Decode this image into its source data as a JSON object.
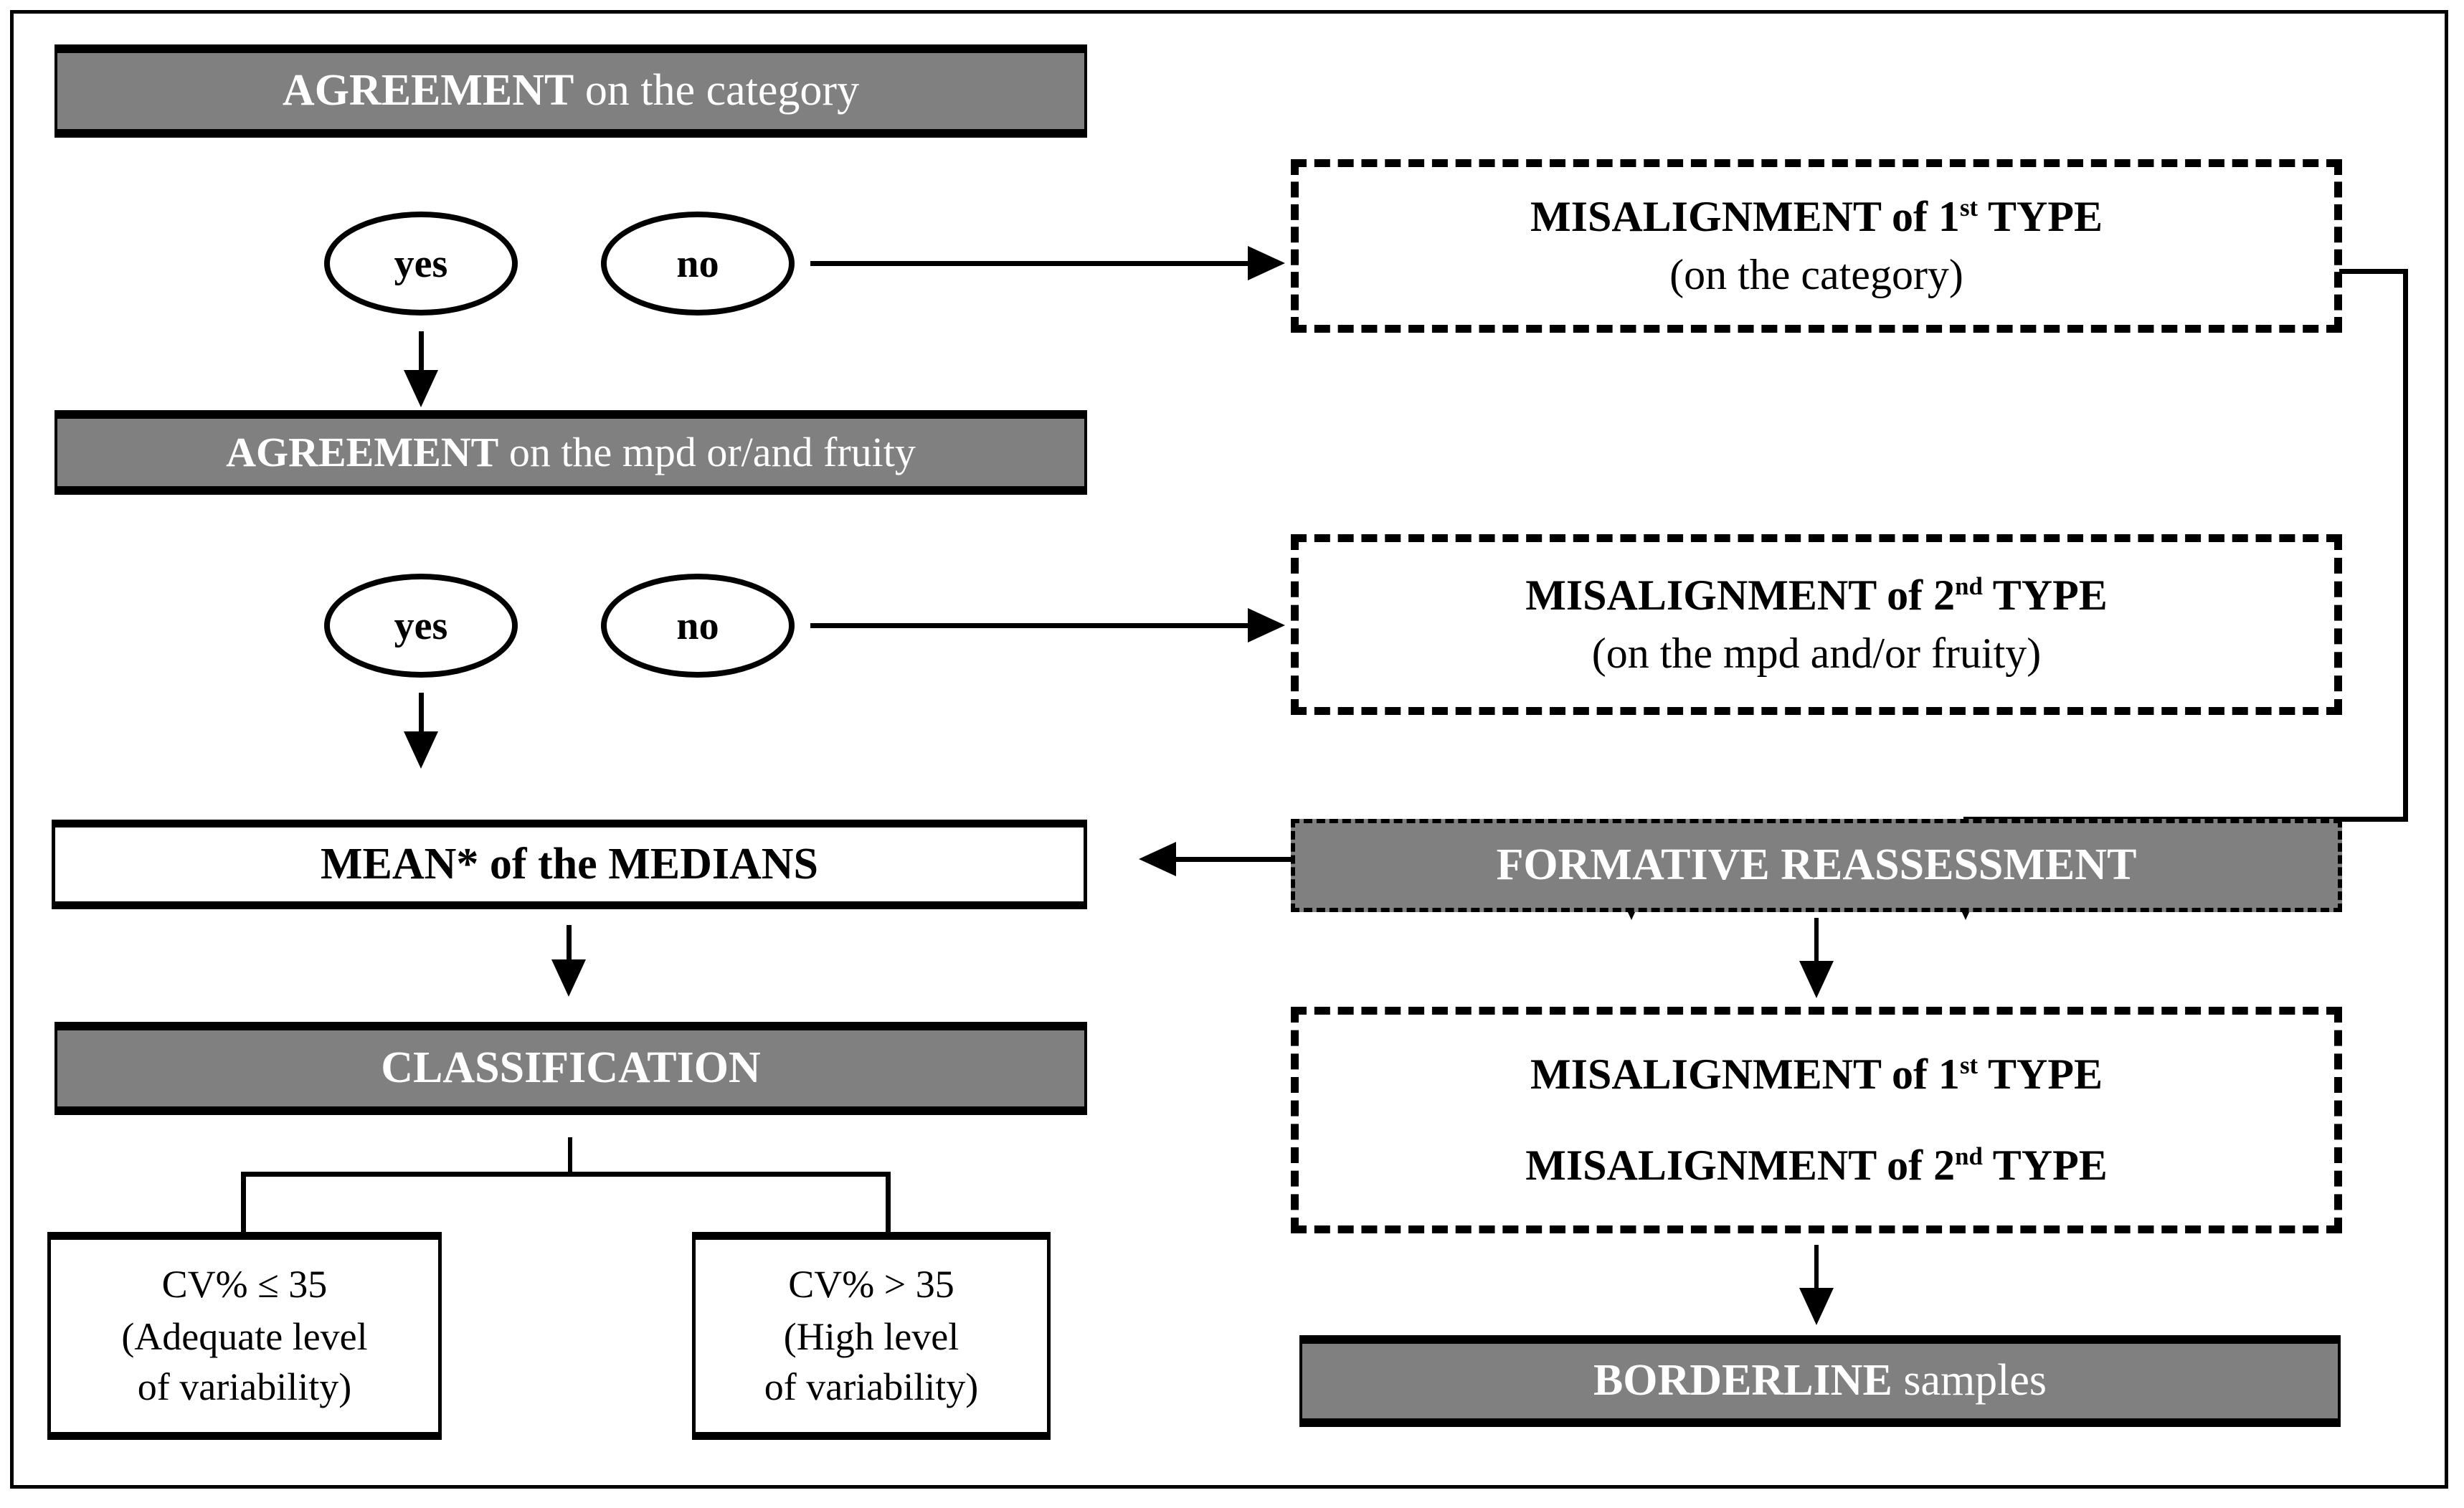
{
  "diagram": {
    "title": "Evaluation flowchart for agreement, misalignment and classification",
    "colors": {
      "fill_gray": "#808080",
      "fill_white": "#ffffff",
      "stroke": "#000000",
      "text_on_gray": "#ffffff"
    },
    "nodes": {
      "agreement_category": {
        "bold": "AGREEMENT",
        "regular": " on the category"
      },
      "yes_1": {
        "label": "yes"
      },
      "no_1": {
        "label": "no"
      },
      "agreement_mpd": {
        "bold": "AGREEMENT",
        "regular": " on the mpd or/and fruity"
      },
      "yes_2": {
        "label": "yes"
      },
      "no_2": {
        "label": "no"
      },
      "misalignment_1st": {
        "line1_bold": "MISALIGNMENT of 1",
        "line1_sup": "st",
        "line1_tail": " TYPE",
        "line2": "(on the category)"
      },
      "misalignment_2nd": {
        "line1_bold": "MISALIGNMENT of 2",
        "line1_sup": "nd",
        "line1_tail": " TYPE",
        "line2": "(on the mpd and/or fruity)"
      },
      "mean_medians": {
        "label": "MEAN* of the MEDIANS"
      },
      "formative_reassessment": {
        "label": "FORMATIVE REASSESSMENT"
      },
      "classification": {
        "label": "CLASSIFICATION"
      },
      "cv_low": {
        "line1": "CV% ≤ 35",
        "line2": "(Adequate level",
        "line3": "of variability)"
      },
      "cv_high": {
        "line1": "CV% > 35",
        "line2": "(High  level",
        "line3": "of variability)"
      },
      "misalignment_both": {
        "line1_bold": "MISALIGNMENT of 1",
        "line1_sup": "st",
        "line1_tail": " TYPE",
        "line2_bold": "MISALIGNMENT of 2",
        "line2_sup": "nd",
        "line2_tail": " TYPE"
      },
      "borderline": {
        "bold": "BORDERLINE",
        "regular": " samples"
      }
    }
  }
}
